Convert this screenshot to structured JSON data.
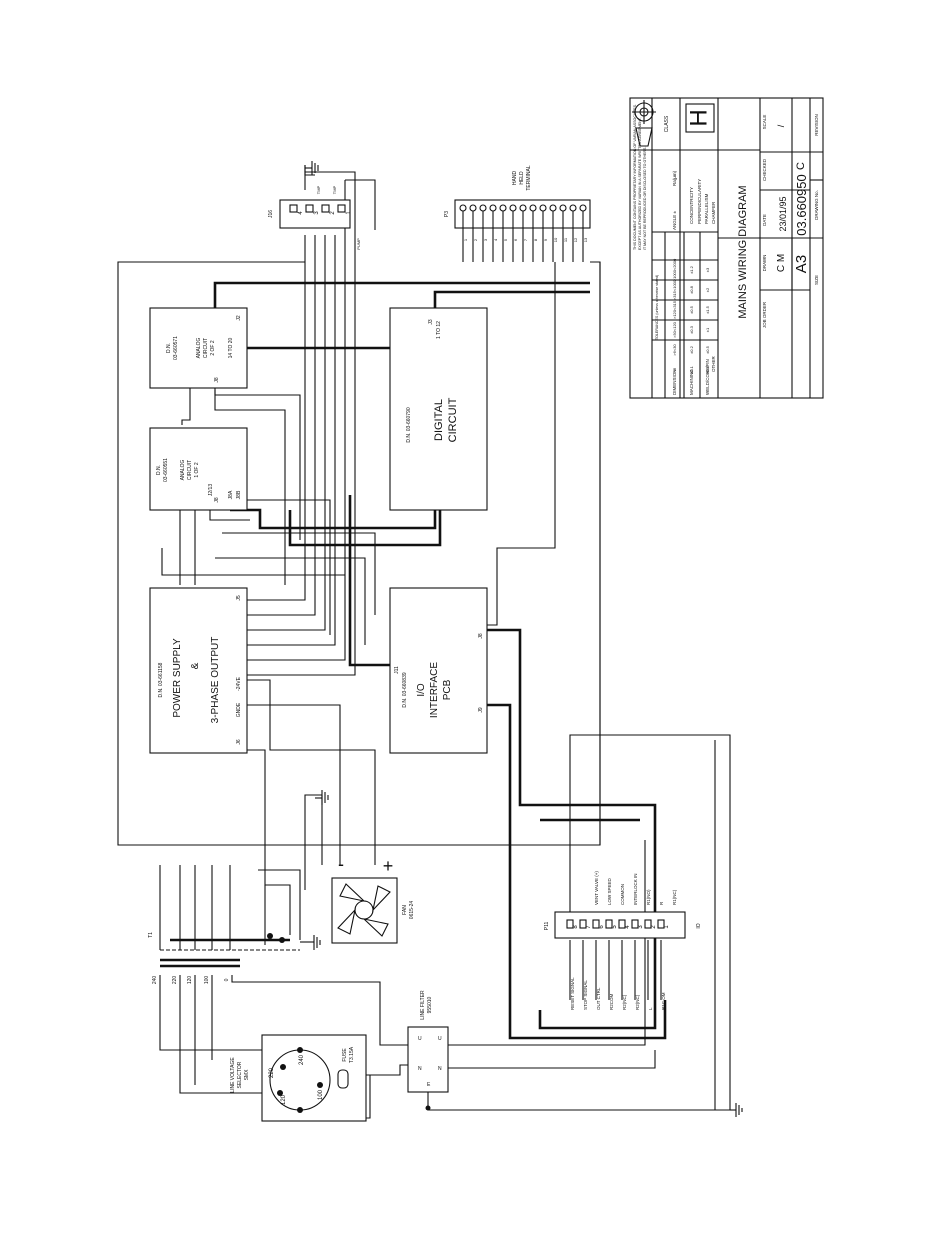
{
  "title_block": {
    "drawing_title": "MAINS WIRING DIAGRAM",
    "class_label": "CLASS",
    "class_value": "H",
    "drawn_label": "DRAWN",
    "drawn_value": "C M",
    "date_label": "DATE",
    "date_value": "23/01/95",
    "checked_label": "CHECKED",
    "scale_label": "SCALE",
    "scale_value": "/",
    "size_label": "SIZE",
    "size_value": "A3",
    "drawing_no_label": "DRAWING No.",
    "drawing_no_value": "03.660950",
    "revision_label": "REVISION",
    "revision_value": "C",
    "job_order_label": "JOB ORDER",
    "angle_label": "ANGLE ±",
    "roughness_label": "Ra(µm)",
    "dimension_label": "DIMENSION",
    "machining_label": "MACHINING",
    "weld_label": "WELD/CORE/FIN",
    "other_label": "OTHER",
    "concentricity_label": "CONCENTRICITY",
    "perpendicularity_label": "PERPENDICULARITY",
    "parallelism_label": "PARALLELISM",
    "chamfer_label": "CHAMFER",
    "tolerances_note": "TOLERANCES (unless otherwise stated)",
    "proprietary_note": "THIS DOCUMENT CONTAINS PROPRIETARY INFORMATION OF VARIAN ASSOCIATES. EXCEPT AS AUTHORIZED BY VARIAN IN A SEPARATE WRITTEN AGREEMENT, IT MAY NOT BE REPRODUCED OR DISCLOSED TO OTHERS. ALL DRAWINGS MUST BE RETURNED TO VARIAN UPON REQUEST.",
    "dims_row1": [
      "<6",
      ">6<30",
      ">30<120",
      ">120<315",
      ">315<1000",
      ">1000<2000"
    ],
    "machining_row": [
      "±0.1",
      "±0.2",
      "±0.3",
      "±0.5",
      "±0.8",
      "±1.2",
      "±2"
    ],
    "weld_row": [
      "±0.5",
      "±0.5",
      "±1",
      "±1.5",
      "±2",
      "±3",
      "±4"
    ]
  },
  "blocks": {
    "analog2": {
      "dn": "D.N.\n03-660571",
      "name": "ANALOG\nCIRCUIT\n2 OF 2",
      "j2": "J2",
      "j8": "J8",
      "range": "14 TO 20"
    },
    "analog1": {
      "dn": "D.N.\n03-660551",
      "name": "ANALOG\nCIRCUIT\n1 OF 2",
      "j": "J2/13",
      "j8": "J8",
      "j8a": "J8A",
      "j8b": "J8B"
    },
    "digital": {
      "dn": "D.N. 03-660790",
      "name1": "DIGITAL",
      "name2": "CIRCUIT",
      "j": "J3",
      "range": "1 TO 12"
    },
    "power": {
      "dn": "D.N. 03-661158",
      "name1": "POWER SUPPLY",
      "name2": "&",
      "name3": "3-PHASE OUTPUT",
      "j5": "J5",
      "j6": "J6",
      "gnd": "GNDE",
      "v24": "-24VE"
    },
    "io": {
      "dn": "D.N. 03-660839",
      "name1": "I/O",
      "name2": "INTERFACE",
      "name3": "PCB",
      "j11": "J11",
      "j8": "J8",
      "j9": "J9"
    }
  },
  "connectors": {
    "j16": {
      "label": "J16",
      "pins": [
        "4",
        "3",
        "2",
        "1"
      ],
      "wires": [
        "TMP",
        "TMP",
        "PUMP"
      ]
    },
    "p3": {
      "label": "P3",
      "caption": "HAND\nHELD\nTERMINAL",
      "pins": [
        "1",
        "2",
        "3",
        "4",
        "5",
        "6",
        "7",
        "8",
        "9",
        "10",
        "11",
        "12",
        "13"
      ]
    },
    "j11": {
      "label": "P11",
      "pins": [
        "8",
        "7",
        "6",
        "5",
        "4",
        "3",
        "2",
        "1"
      ],
      "signals_top": [
        "VENT VALVE (+)",
        "LOW SPEED",
        "COMMON",
        "INTERLOCK IN",
        "R1(NO)",
        "R",
        "R1(NC)"
      ],
      "signals_bottom": [
        "RESET SIGNAL",
        "STOP SIGNAL",
        "OUT CTRL",
        "R2COM",
        "R2(NC)",
        "R2(NC)",
        "L",
        "R1C OM"
      ],
      "io_label": "IO"
    }
  },
  "mains": {
    "t1": "T1",
    "taps": [
      "240",
      "220",
      "120",
      "100",
      "0"
    ],
    "selector": "LINE VOLTAGE\nSELECTOR\nSMX",
    "selector_pins": [
      "220",
      "240",
      "120",
      "100"
    ],
    "fuse": "FUSE\nT3.15A",
    "filter": "LINE FILTER\n955010",
    "fan": "FAN\n0615-24",
    "plus": "+",
    "minus": "-"
  }
}
